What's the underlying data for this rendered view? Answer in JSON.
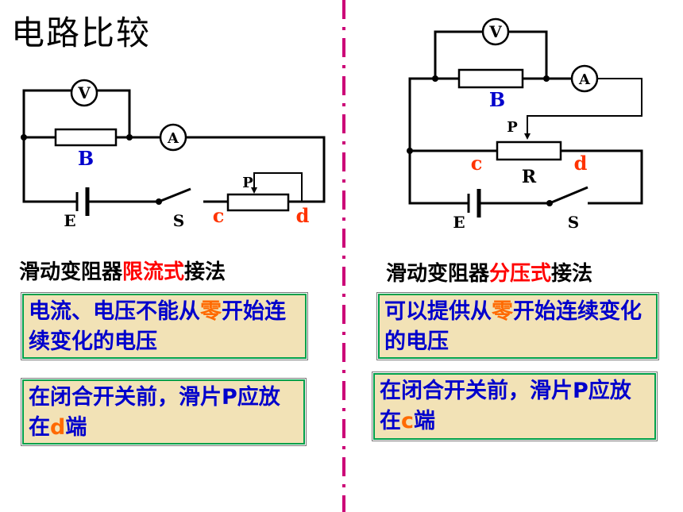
{
  "title": "电路比较",
  "left": {
    "labels": {
      "voltmeter": "V",
      "ammeter": "A",
      "resistor": "B",
      "slider": "P",
      "battery": "E",
      "switch": "S",
      "end_c": "c",
      "end_d": "d"
    },
    "caption": {
      "pre": "滑动变阻器",
      "highlight": "限流式",
      "post": "接法"
    },
    "box1": {
      "pre": "电流、电压不能从",
      "highlight": "零",
      "post": "开始连续变化的电压"
    },
    "box2": {
      "pre": "在闭合开关前，滑片P应放在",
      "highlight": "d",
      "post": "端"
    }
  },
  "right": {
    "labels": {
      "voltmeter": "V",
      "ammeter": "A",
      "resistor": "B",
      "slider": "P",
      "rheostat": "R",
      "battery": "E",
      "switch": "S",
      "end_c": "c",
      "end_d": "d"
    },
    "caption": {
      "pre": "滑动变阻器",
      "highlight": "分压式",
      "post": "接法"
    },
    "box1": {
      "pre": "可以提供从",
      "highlight": "零",
      "post": "开始连续变化的电压"
    },
    "box2": {
      "pre": "在闭合开关前，滑片P应放在",
      "highlight": "c",
      "post": "端"
    }
  },
  "colors": {
    "highlight_caption": "#ff0000",
    "highlight_box": "#ff6a00",
    "box_text": "#0000cc",
    "box_fill": "#f2e2b6",
    "box_border": "#00a04a",
    "divider": "#cc0077",
    "label_blue": "#0000cc",
    "label_red": "#ff3300"
  }
}
